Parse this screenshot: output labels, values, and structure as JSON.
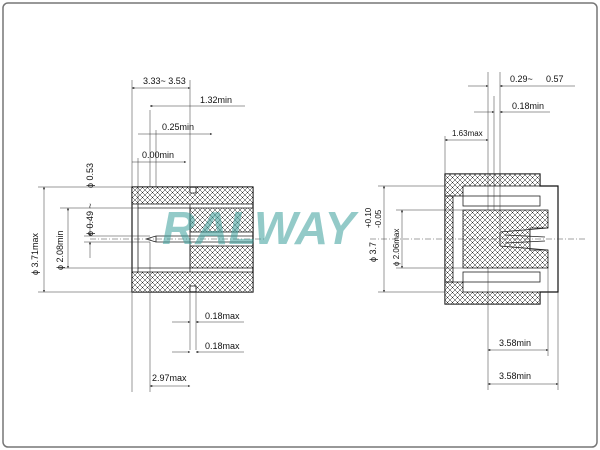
{
  "watermark": "RALWAY",
  "colors": {
    "watermark": "#3a9e9a",
    "line": "#222222",
    "border": "#777777"
  },
  "left_view": {
    "dim_overall_length": "3.33~ 3.53",
    "dim_132": "1.32min",
    "dim_025": "0.25min",
    "dim_000": "0.00min",
    "dim_dia_053": "ϕ 0.53",
    "dim_dia_049": "ϕ 0.49 ~",
    "dim_dia_208": "ϕ 2.08min",
    "dim_dia_371": "ϕ 3.71max",
    "dim_018a": "0.18max",
    "dim_018b": "0.18max",
    "dim_297": "2.97max"
  },
  "right_view": {
    "dim_029": "0.29~",
    "dim_057": "0.57",
    "dim_018": "0.18min",
    "dim_163": "1.63max",
    "dim_dia_37": "ϕ 3.7",
    "dim_tol_plus": "+0.10",
    "dim_tol_minus": "-0.05",
    "dim_dia_206": "ϕ 2.06max",
    "dim_358a": "3.58min",
    "dim_358b": "3.58min"
  }
}
